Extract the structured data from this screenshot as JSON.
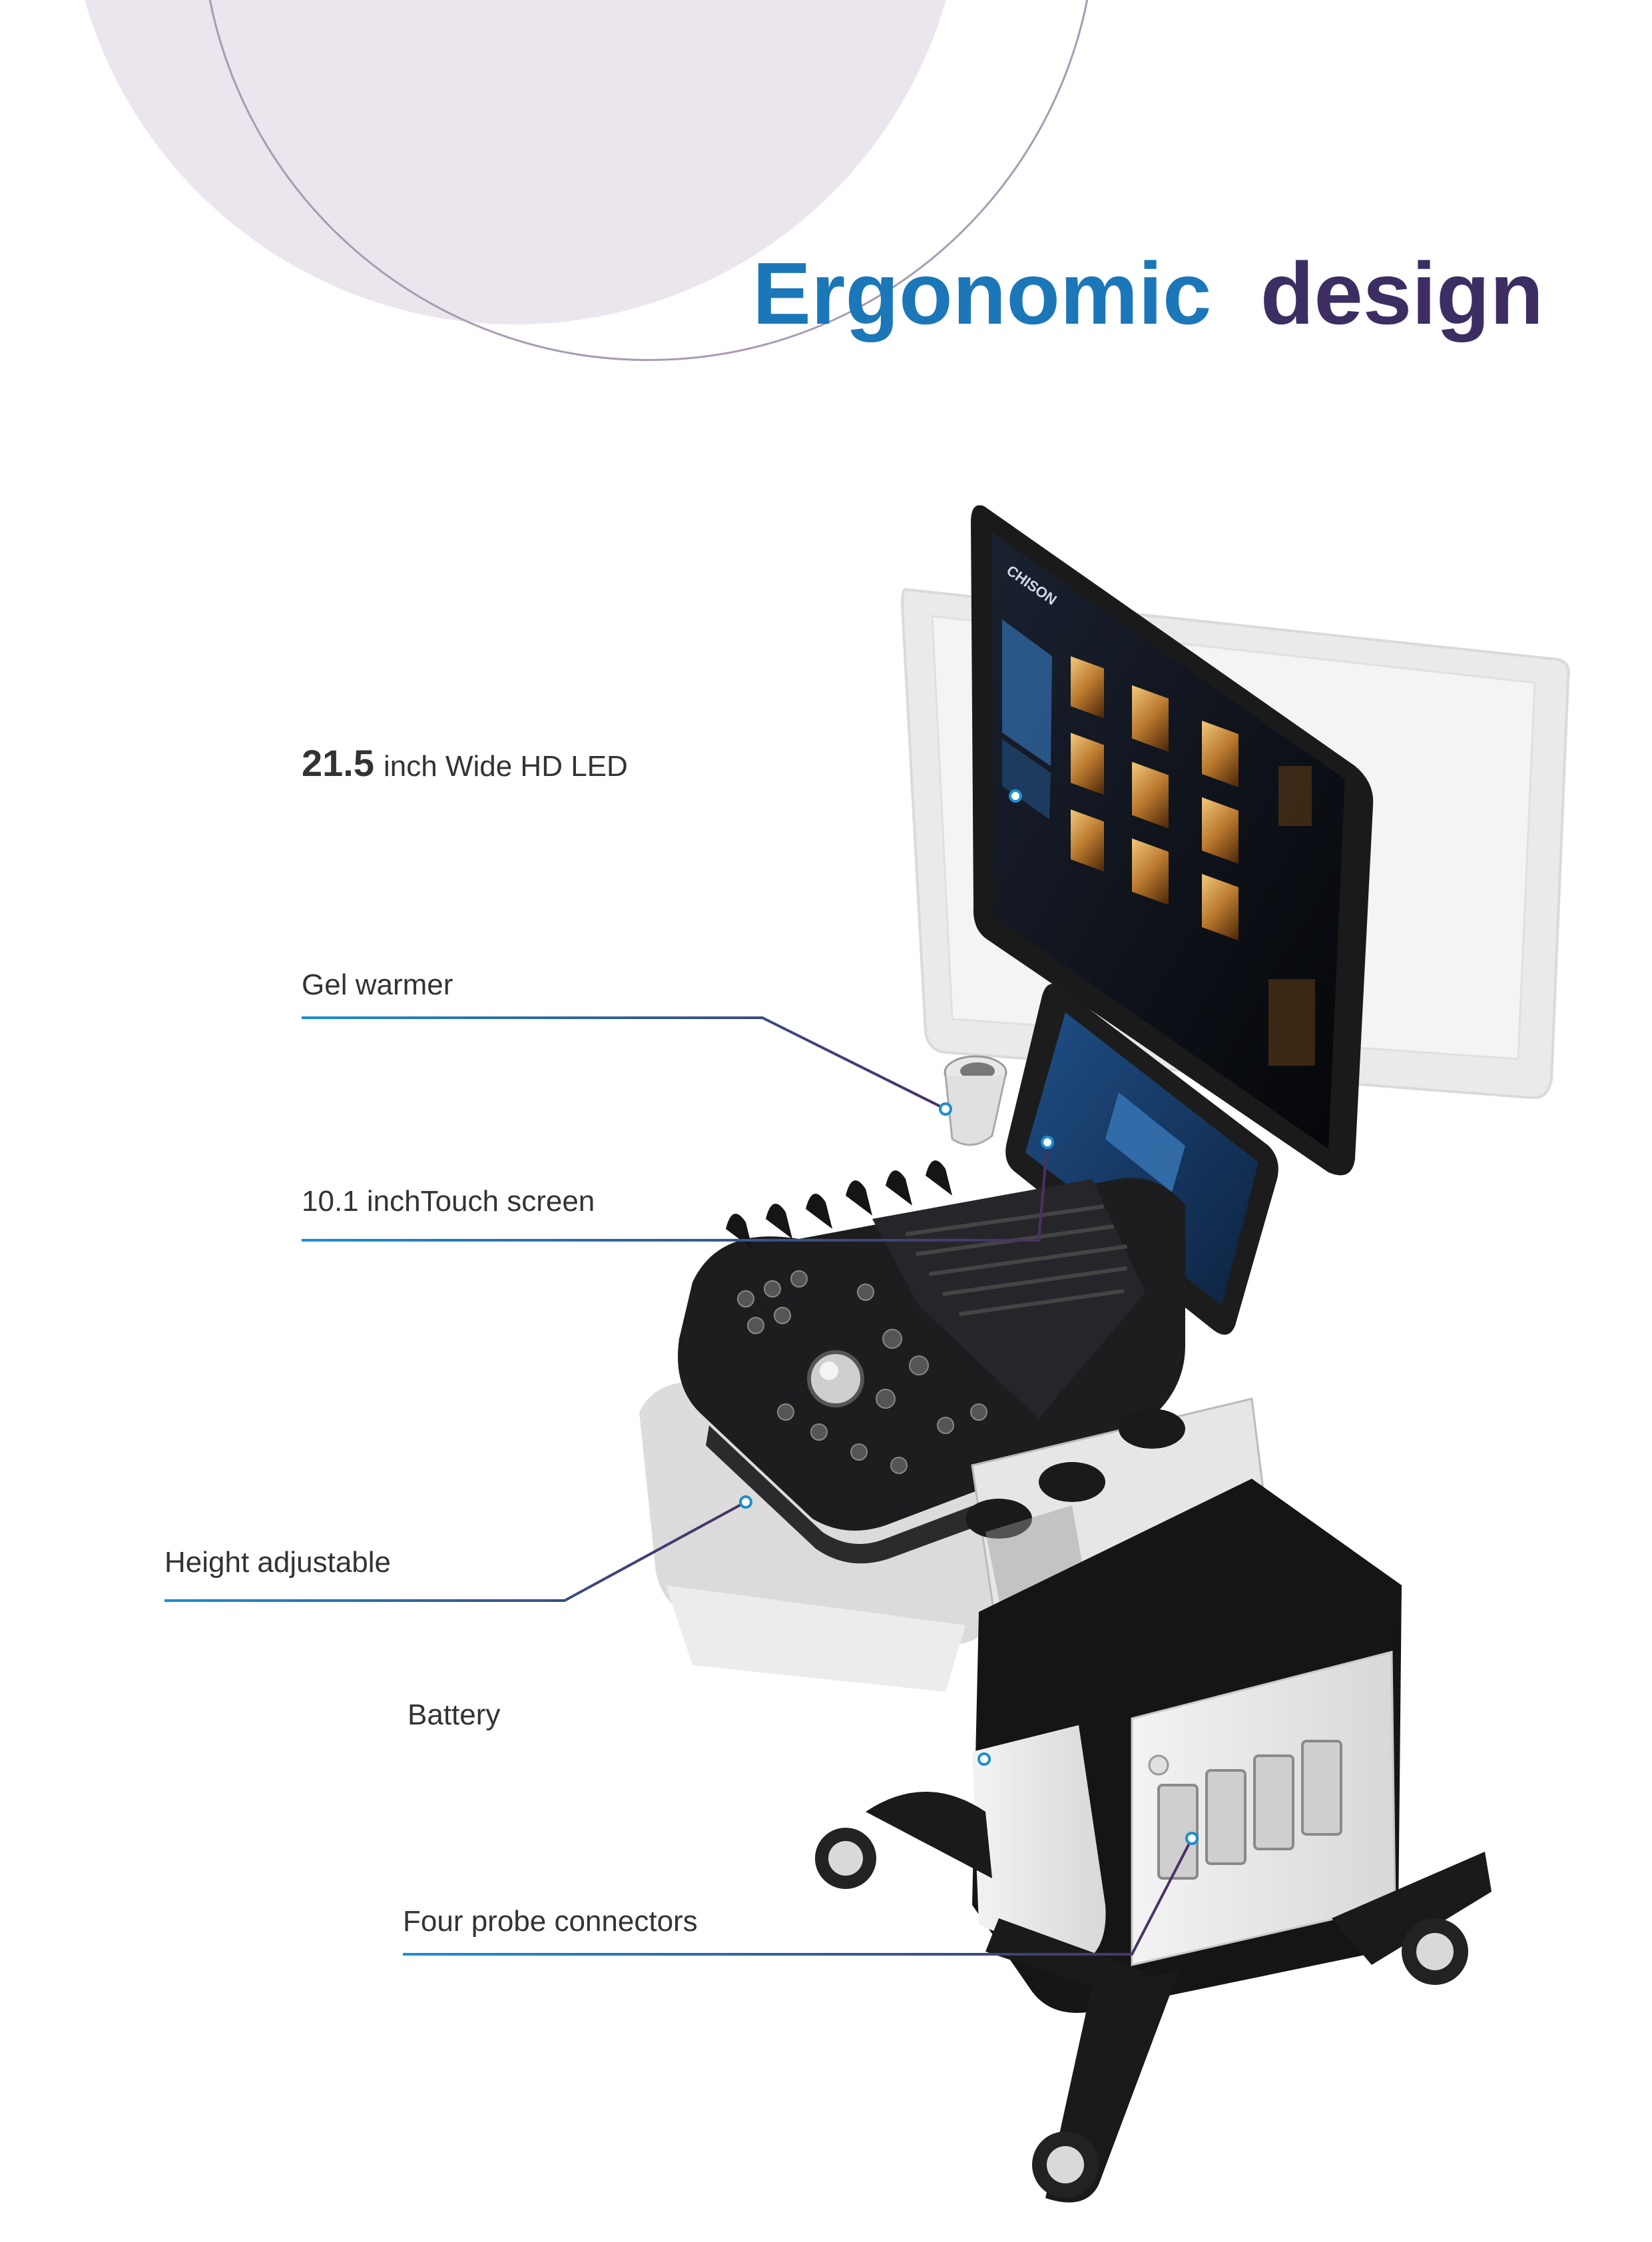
{
  "page": {
    "title_part1": "Ergonomic",
    "title_part2": "design"
  },
  "brand": {
    "logo_text": "CHISON"
  },
  "callouts": [
    {
      "number": "21.5",
      "text": "inch Wide HD LED"
    },
    {
      "text": "Gel warmer"
    },
    {
      "text": "10.1 inchTouch screen"
    },
    {
      "text": "Height adjustable"
    },
    {
      "text": "Battery"
    },
    {
      "text": "Four probe connectors"
    }
  ],
  "colors": {
    "title_blue": "#1b77b8",
    "title_purple": "#3c2d63",
    "line_blue": "#1b8fcf",
    "line_purple": "#4a2f63",
    "circle_fill": "#ebe6ee"
  }
}
